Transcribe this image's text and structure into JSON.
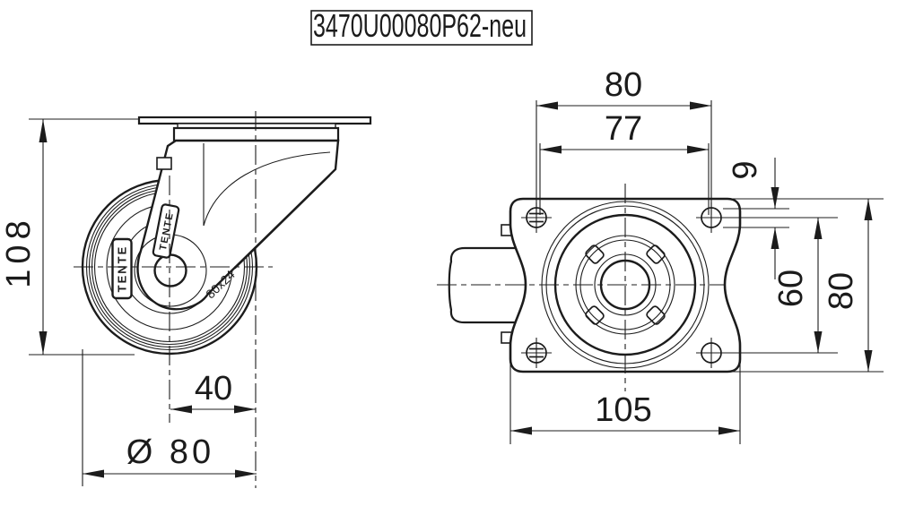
{
  "title": "3470U00080P62-neu",
  "side_view": {
    "dim_height": "108",
    "dim_offset": "40",
    "dim_wheel_diameter": "Ø 80",
    "label_brand_wheel": "TENTE",
    "label_brand_fork": "TENTE",
    "label_wheel_size": "80x24"
  },
  "top_view": {
    "dim_bolt_spacing_x": "80",
    "dim_slot_spacing_x": "77",
    "dim_hole": "9",
    "dim_bolt_spacing_y": "60",
    "dim_plate_width": "80",
    "dim_total_length": "105"
  },
  "colors": {
    "line": "#1c1c1c",
    "background": "#ffffff"
  }
}
